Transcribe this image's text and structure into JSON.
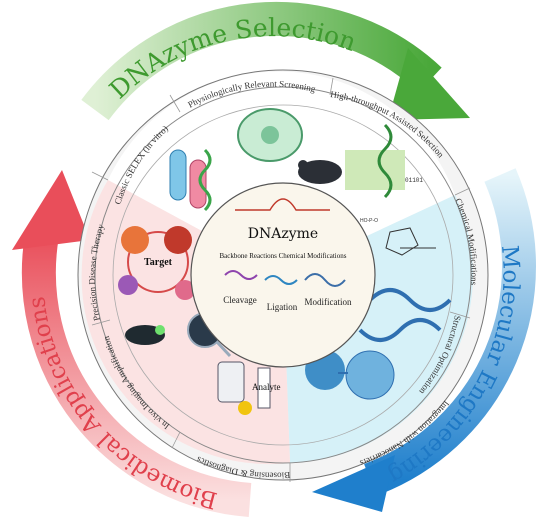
{
  "outer_arcs": {
    "top": "DNAzyme Selection",
    "right": "Molecular Engineering",
    "left": "Biomedical Applications"
  },
  "segments": {
    "classic_selex": "Classic SELEX (in vitro)",
    "physiological_screening": "Physiologically Relevant Screening",
    "high_throughput": "High-throughput Assisted Selection",
    "chemical_modifications": "Chemical Modifications",
    "structural_optimization": "Structural Optimization",
    "nanocarriers": "Integration with Nanocarriers",
    "biosensing": "Biosensing & Diagnostics",
    "in_vivo_imaging": "In vivo Imaging Amplification",
    "precision_therapy": "Precision Disease Therapy"
  },
  "center": {
    "title": "DNAzyme",
    "subtitle": "Backbone Reactions Chemical Modifications",
    "cleavage": "Cleavage",
    "ligation": "Ligation",
    "modification": "Modification"
  },
  "labels": {
    "target": "Target",
    "analyte": "Analyte"
  },
  "colors": {
    "selection_arc": "#5fb84a",
    "engineering_arc": "#2f8fd6",
    "applications_arc": "#e85c66",
    "selection_sector": "#ffffff",
    "engineering_sector": "#d6f1f8",
    "applications_sector": "#fbe3e3",
    "center_fill": "#faf6ec"
  }
}
